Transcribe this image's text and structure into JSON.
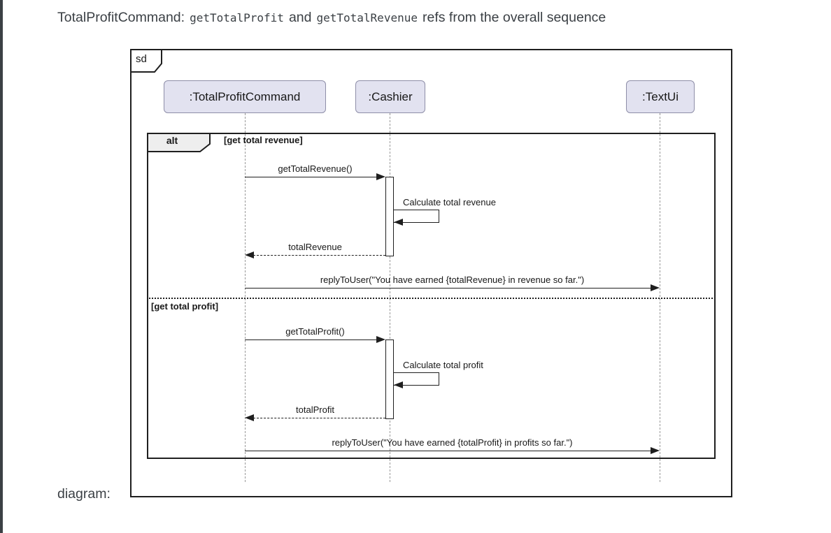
{
  "page": {
    "title": {
      "prefix": "TotalProfitCommand:",
      "code1": "getTotalProfit",
      "conjunction": "and",
      "code2": "getTotalRevenue",
      "suffix": "refs from the overall sequence"
    },
    "caption": "diagram:"
  },
  "diagram": {
    "frame_label": "sd",
    "participants": [
      {
        "label": ":TotalProfitCommand"
      },
      {
        "label": ":Cashier"
      },
      {
        "label": ":TextUi"
      }
    ],
    "fragment": {
      "operator": "alt",
      "sections": [
        {
          "guard": "[get total revenue]"
        },
        {
          "guard": "[get total profit]"
        }
      ]
    },
    "messages": [
      {
        "label": "getTotalRevenue()",
        "from": ":TotalProfitCommand",
        "to": ":Cashier",
        "type": "sync"
      },
      {
        "label": "Calculate total revenue",
        "from": ":Cashier",
        "to": ":Cashier",
        "type": "self"
      },
      {
        "label": "totalRevenue",
        "from": ":Cashier",
        "to": ":TotalProfitCommand",
        "type": "return"
      },
      {
        "label": "replyToUser(\"You have earned {totalRevenue} in revenue so far.\")",
        "from": ":TotalProfitCommand",
        "to": ":TextUi",
        "type": "sync"
      },
      {
        "label": "getTotalProfit()",
        "from": ":TotalProfitCommand",
        "to": ":Cashier",
        "type": "sync"
      },
      {
        "label": "Calculate total profit",
        "from": ":Cashier",
        "to": ":Cashier",
        "type": "self"
      },
      {
        "label": "totalProfit",
        "from": ":Cashier",
        "to": ":TotalProfitCommand",
        "type": "return"
      },
      {
        "label": "replyToUser(\"You have earned {totalProfit} in profits so far.\")",
        "from": ":TotalProfitCommand",
        "to": ":TextUi",
        "type": "sync"
      }
    ],
    "colors": {
      "participant_fill": "#E2E2F0",
      "participant_border": "#8E8EA8",
      "line": "#1F1F1F",
      "lifeline": "#999999",
      "fragment_tab_fill": "#EEEEEE",
      "page_accent_border": "#3B4045"
    }
  }
}
